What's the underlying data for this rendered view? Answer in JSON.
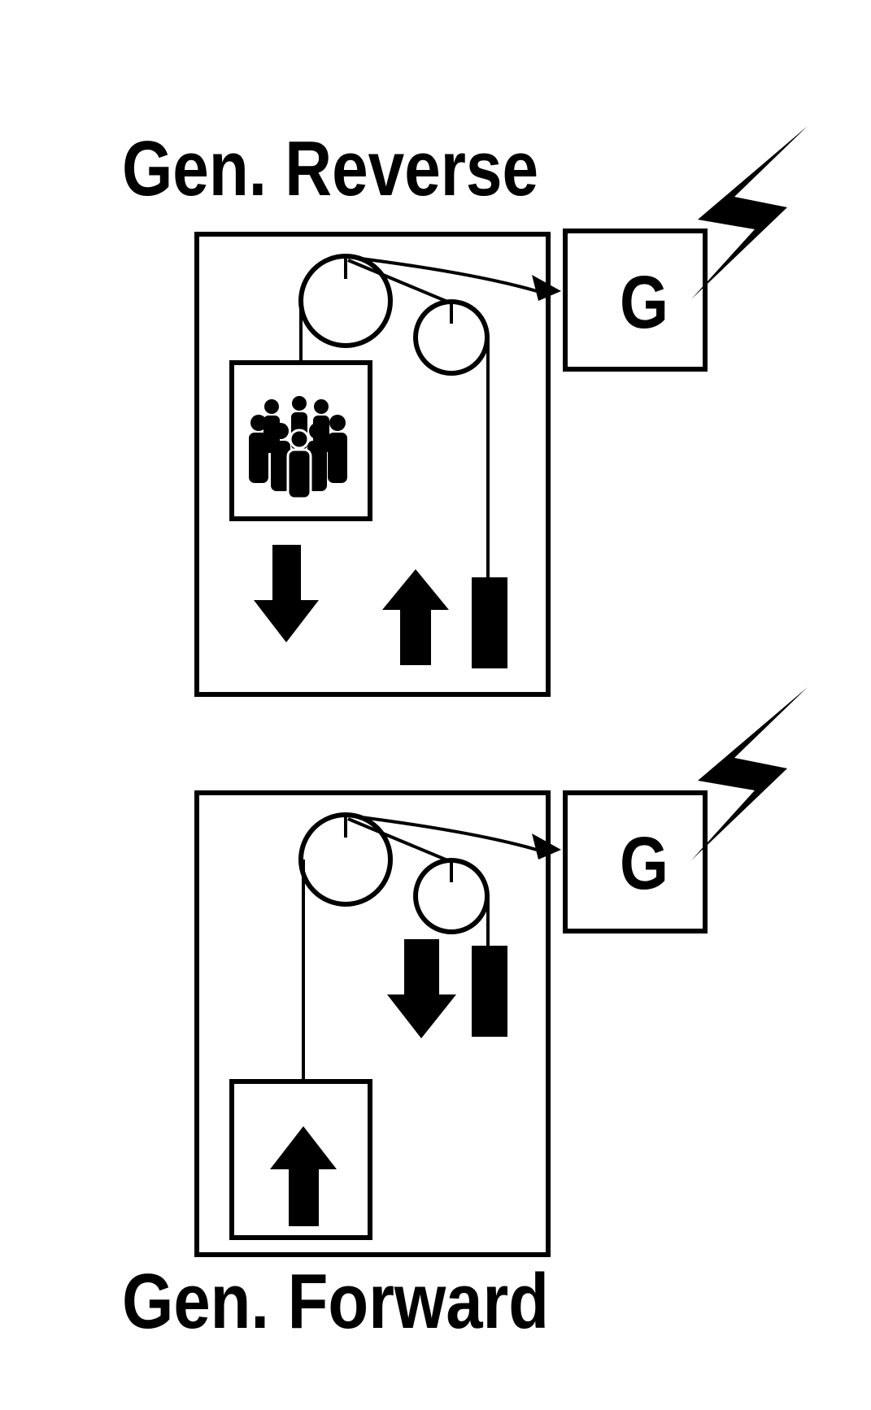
{
  "diagram": {
    "top_panel": {
      "title": "Gen. Reverse",
      "generator_label": "G"
    },
    "bottom_panel": {
      "title": "Gen. Forward",
      "generator_label": "G"
    },
    "colors": {
      "ink": "#000000",
      "background": "#ffffff"
    },
    "icons": [
      "people-group-icon",
      "lightning-bolt-icon",
      "arrow-up-icon",
      "arrow-down-icon",
      "pulley-icon"
    ]
  }
}
